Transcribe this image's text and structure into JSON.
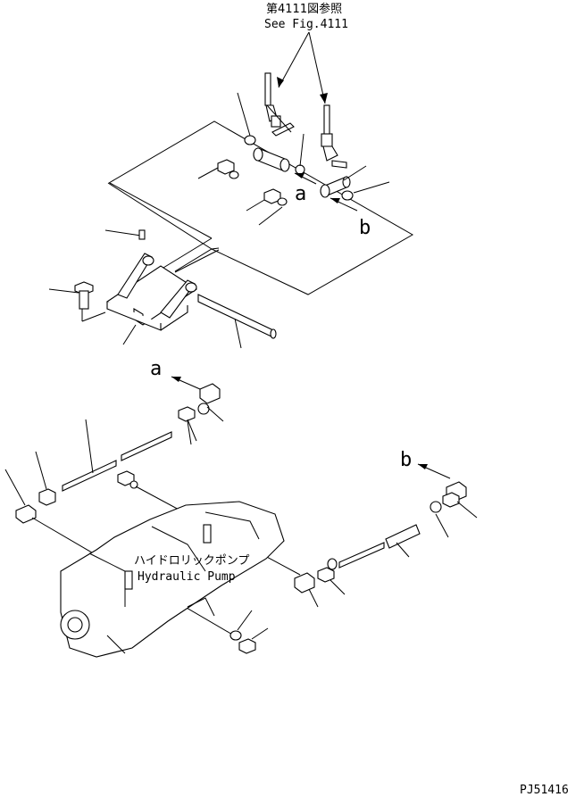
{
  "reference": {
    "jp": "第4111図参照",
    "en": "See Fig.4111"
  },
  "markers": {
    "a": "a",
    "b": "b"
  },
  "pump_label": {
    "jp": "ハイドロリックポンプ",
    "en": "Hydraulic Pump"
  },
  "drawing_id": "PJ51416"
}
